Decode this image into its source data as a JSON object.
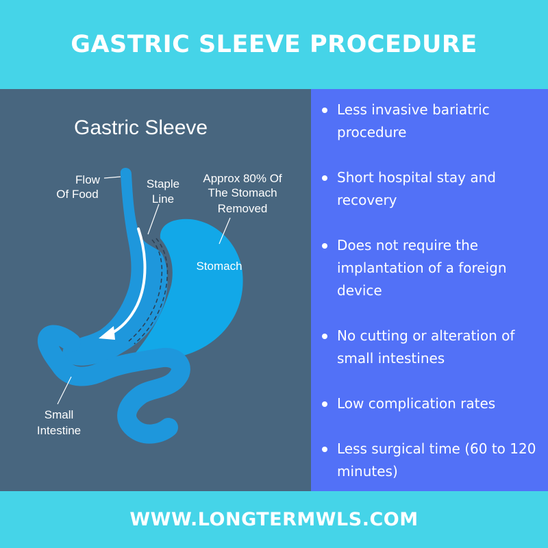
{
  "header": {
    "title": "GASTRIC SLEEVE PROCEDURE"
  },
  "diagram": {
    "title": "Gastric Sleeve",
    "labels": {
      "flow_line1": "Flow",
      "flow_line2": "Of Food",
      "staple_line1": "Staple",
      "staple_line2": "Line",
      "removed_line1": "Approx 80% Of",
      "removed_line2": "The Stomach",
      "removed_line3": "Removed",
      "stomach": "Stomach",
      "intestine_line1": "Small",
      "intestine_line2": "Intestine"
    }
  },
  "benefits": [
    {
      "lines": [
        "Less invasive bariatric",
        "procedure"
      ]
    },
    {
      "lines": [
        "Short hospital stay and",
        "recovery"
      ]
    },
    {
      "lines": [
        "Does not require the",
        "implantation of a foreign",
        "device"
      ]
    },
    {
      "lines": [
        "No cutting or alteration of",
        "small intestines"
      ]
    },
    {
      "lines": [
        "Low complication rates"
      ]
    },
    {
      "lines": [
        "Less surgical time (60 to 120",
        "minutes)"
      ]
    }
  ],
  "footer": {
    "url": "WWW.LONGTERMWLS.COM"
  },
  "colors": {
    "banner": "#45d4e8",
    "diagram_panel": "#48667f",
    "benefits_panel": "#5271f7",
    "organ_dark": "#1e97dc",
    "organ_light": "#12a8e8"
  }
}
